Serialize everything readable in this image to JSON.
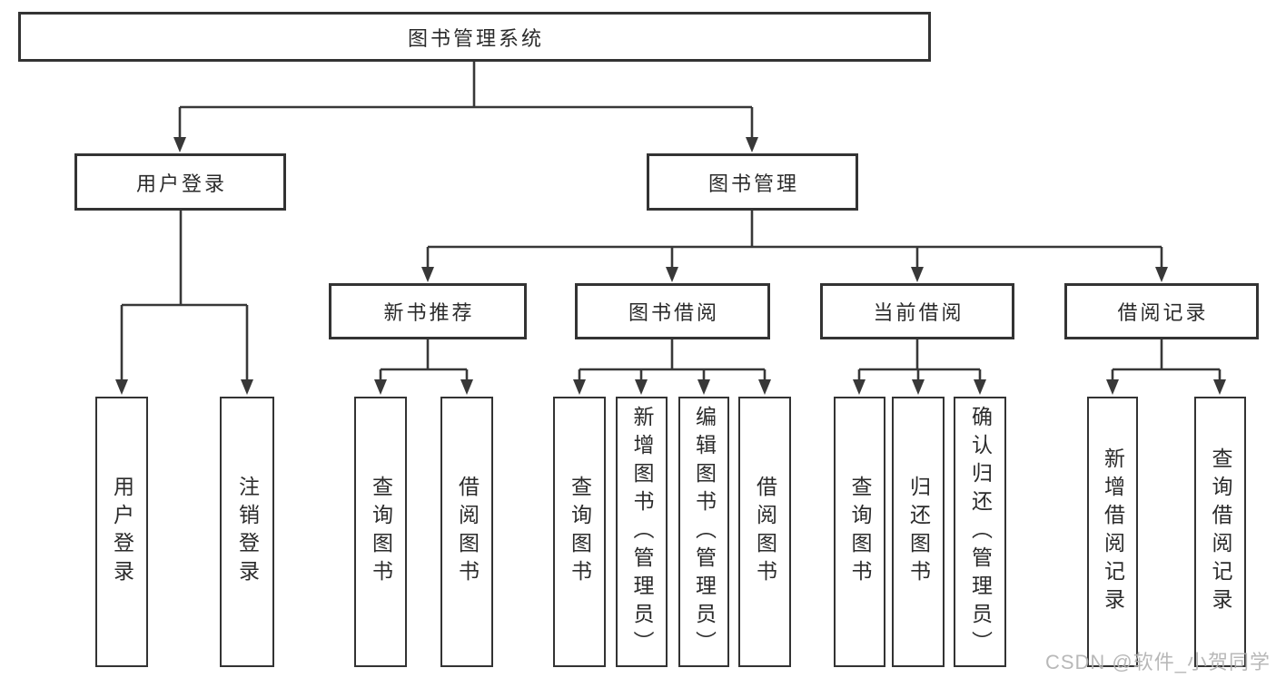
{
  "diagram": {
    "root": {
      "label": "图书管理系统"
    },
    "level2": [
      {
        "label": "用户登录"
      },
      {
        "label": "图书管理"
      }
    ],
    "level3": [
      {
        "label": "新书推荐",
        "parent": "图书管理"
      },
      {
        "label": "图书借阅",
        "parent": "图书管理"
      },
      {
        "label": "当前借阅",
        "parent": "图书管理"
      },
      {
        "label": "借阅记录",
        "parent": "图书管理"
      }
    ],
    "leaves": [
      {
        "label": "用户登录",
        "parent": "用户登录"
      },
      {
        "label": "注销登录",
        "parent": "用户登录"
      },
      {
        "label": "查询图书",
        "parent": "新书推荐"
      },
      {
        "label": "借阅图书",
        "parent": "新书推荐"
      },
      {
        "label": "查询图书",
        "parent": "图书借阅"
      },
      {
        "label": "新增图书（管理员）",
        "parent": "图书借阅"
      },
      {
        "label": "编辑图书（管理员）",
        "parent": "图书借阅"
      },
      {
        "label": "借阅图书",
        "parent": "图书借阅"
      },
      {
        "label": "查询图书",
        "parent": "当前借阅"
      },
      {
        "label": "归还图书",
        "parent": "当前借阅"
      },
      {
        "label": "确认归还（管理员）",
        "parent": "当前借阅"
      },
      {
        "label": "新增借阅记录",
        "parent": "借阅记录"
      },
      {
        "label": "查询借阅记录",
        "parent": "借阅记录"
      }
    ]
  },
  "watermark": {
    "text": "CSDN @软件_小贺同学"
  },
  "colors": {
    "line": "#383838",
    "box_border": "#333333",
    "text": "#2b2b2b",
    "watermark": "#b3b3b3",
    "background": "#ffffff"
  }
}
